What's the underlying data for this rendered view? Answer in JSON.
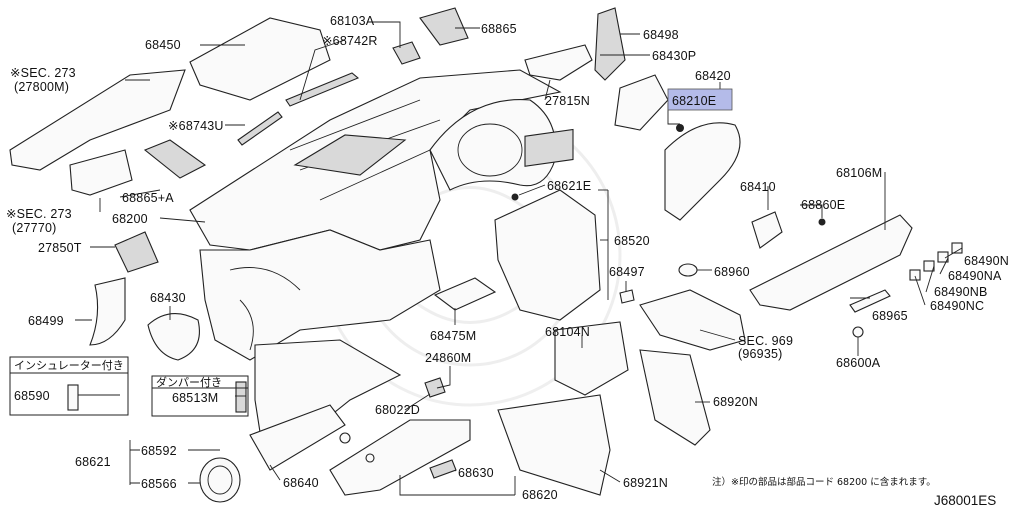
{
  "diagram": {
    "labels": {
      "p68450": "68450",
      "p68103A": "68103A",
      "p68742R": "※68742R",
      "p68865": "68865",
      "p68498": "68498",
      "p68430P": "68430P",
      "p68420": "68420",
      "p68210E": "68210E",
      "sec273a": "※SEC. 273",
      "sec273a_sub": "(27800M)",
      "p68743U": "※68743U",
      "p27815N": "27815N",
      "p68865A": "68865+A",
      "sec273b": "※SEC. 273",
      "sec273b_sub": "(27770)",
      "p68200": "68200",
      "p68621E": "68621E",
      "p68410": "68410",
      "p68106M": "68106M",
      "p68860E": "68860E",
      "p27850T": "27850T",
      "p68520": "68520",
      "p68497": "68497",
      "p68960": "68960",
      "p68490N": "68490N",
      "p68490NA": "68490NA",
      "p68490NB": "68490NB",
      "p68490NC": "68490NC",
      "p68430": "68430",
      "p68499": "68499",
      "p68475M": "68475M",
      "p68965": "68965",
      "p68104N": "68104N",
      "sec969": "SEC. 969",
      "sec969_sub": "(96935)",
      "p68600A": "68600A",
      "insulator_title": "インシュレーター付き",
      "p68590": "68590",
      "damper_title": "ダンパー付き",
      "p68513M": "68513M",
      "p24860M": "24860M",
      "p68022D": "68022D",
      "p68920N": "68920N",
      "p68621": "68621",
      "p68592": "68592",
      "p68566": "68566",
      "p68640": "68640",
      "p68630": "68630",
      "p68620": "68620",
      "p68921N": "68921N"
    },
    "footnote": "注）※印の部品は部品コード 68200 に含まれます。",
    "diagram_code": "J68001ES",
    "highlight_color": "#b4bbe9"
  }
}
